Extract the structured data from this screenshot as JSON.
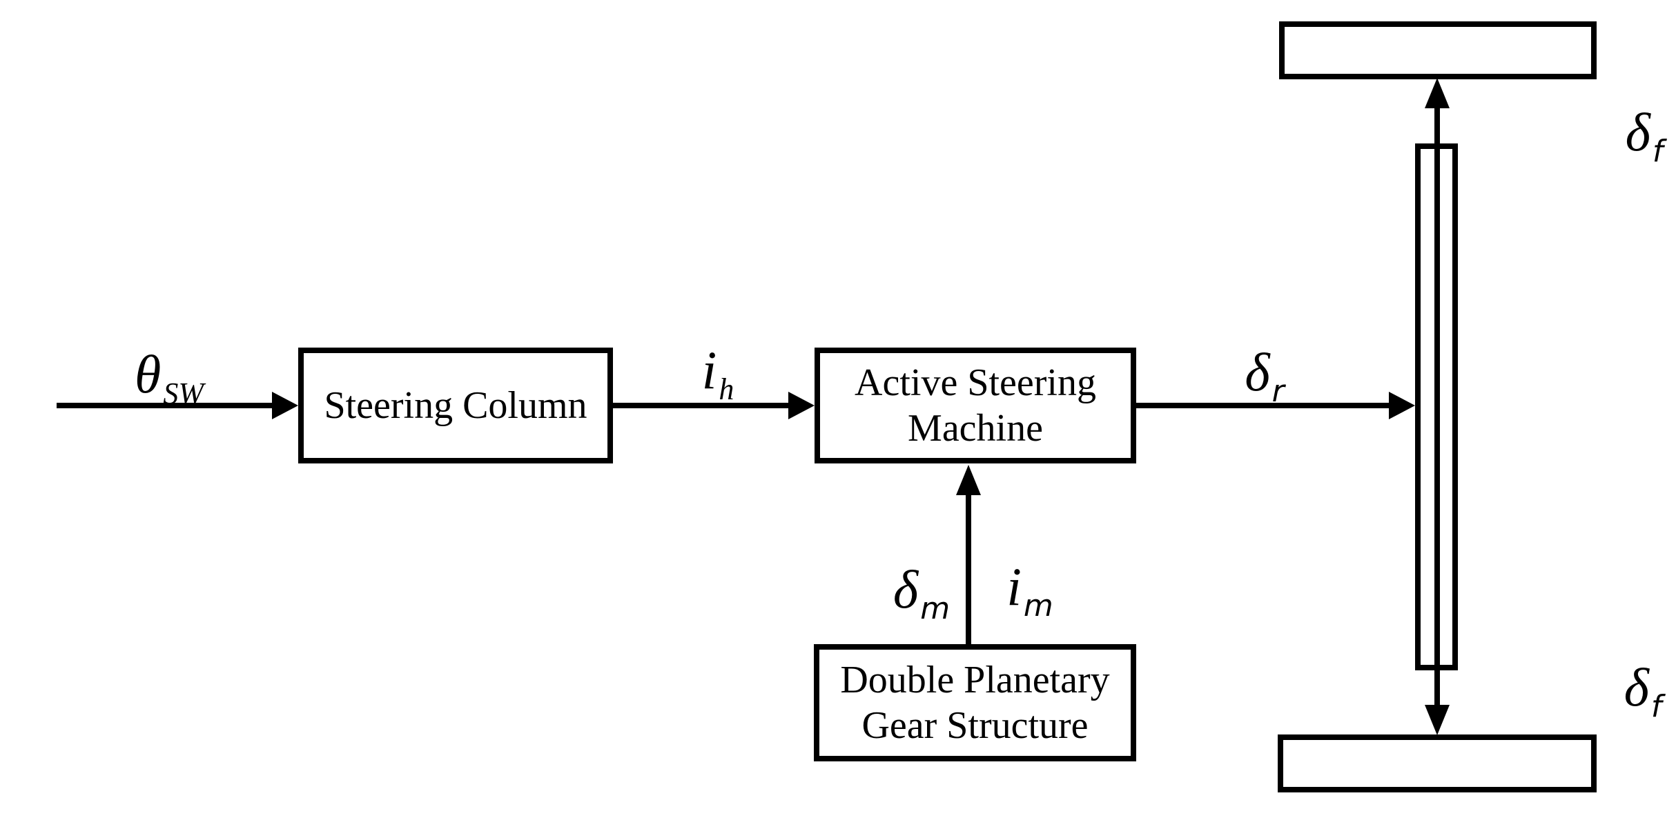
{
  "diagram": {
    "colors": {
      "line": "#000000",
      "background": "#ffffff"
    },
    "blocks": {
      "steering_column": {
        "lines": [
          "Steering Column"
        ]
      },
      "active_steering_machine": {
        "lines": [
          "Active Steering",
          "Machine"
        ]
      },
      "double_planetary_gear": {
        "lines": [
          "Double Planetary",
          "Gear Structure"
        ]
      }
    },
    "signals": {
      "steering_wheel_angle": {
        "base": "θ",
        "sub": "SW"
      },
      "column_ratio": {
        "base": "i",
        "sub": "h"
      },
      "rack_angle": {
        "base": "δ",
        "sub": "r"
      },
      "motor_angle": {
        "base": "δ",
        "sub": "m"
      },
      "motor_ratio": {
        "base": "i",
        "sub": "m"
      },
      "front_wheel_angle_top": {
        "base": "δ",
        "sub": "f"
      },
      "front_wheel_angle_bottom": {
        "base": "δ",
        "sub": "f"
      }
    }
  }
}
